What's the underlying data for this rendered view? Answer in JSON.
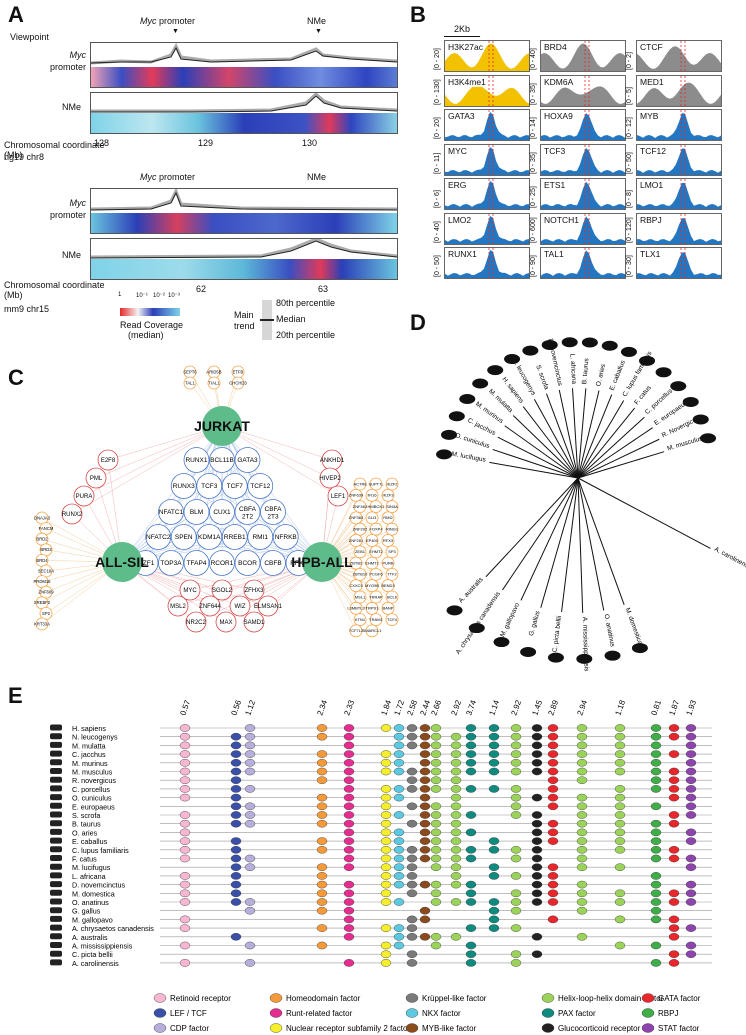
{
  "panel_labels": {
    "a": "A",
    "b": "B",
    "c": "C",
    "d": "D",
    "e": "E"
  },
  "panelA": {
    "viewpoint": "Viewpoint",
    "myc_promoter": "Myc",
    "promoter_word": "promoter",
    "nme": "NMe",
    "track1_label_a": "Myc",
    "track1_label_b": "promoter",
    "track2_label": "NMe",
    "coord_label_1": "Chromosomal coordinate (Mb)",
    "coord_label_1b": "hg19 chr8",
    "ticks_1": [
      "128",
      "129",
      "130"
    ],
    "coord_label_2": "Chromosomal coordinate (Mb)",
    "coord_label_2b": "mm9 chr15",
    "ticks_2": [
      "62",
      "63"
    ],
    "legend_title": "Read Coverage",
    "legend_sub": "(median)",
    "legend_ticks": [
      "1",
      "10⁻¹",
      "10⁻²",
      "10⁻³"
    ],
    "trend_title": "Main",
    "trend_title2": "trend",
    "trend_80": "80th percentile",
    "trend_med": "Median",
    "trend_20": "20th percentile"
  },
  "panelB": {
    "scale": "2Kb",
    "cells": [
      {
        "name": "H3K27ac",
        "range": "[0 - 20]",
        "color": "#f2c200"
      },
      {
        "name": "BRD4",
        "range": "[0 - 40]",
        "color": "#8c8c8c"
      },
      {
        "name": "CTCF",
        "range": "[0 - 2]",
        "color": "#8c8c8c"
      },
      {
        "name": "H3K4me1",
        "range": "[0 - 130]",
        "color": "#f2c200"
      },
      {
        "name": "KDM6A",
        "range": "[0 - 35]",
        "color": "#8c8c8c"
      },
      {
        "name": "MED1",
        "range": "[0 - 5]",
        "color": "#8c8c8c"
      },
      {
        "name": "GATA3",
        "range": "[0 - 20]",
        "color": "#2476c0"
      },
      {
        "name": "HOXA9",
        "range": "[0 - 14]",
        "color": "#2476c0"
      },
      {
        "name": "MYB",
        "range": "[0 - 12]",
        "color": "#2476c0"
      },
      {
        "name": "MYC",
        "range": "[0 - 11]",
        "color": "#2476c0"
      },
      {
        "name": "TCF3",
        "range": "[0 - 35]",
        "color": "#2476c0"
      },
      {
        "name": "TCF12",
        "range": "[0 - 50]",
        "color": "#2476c0"
      },
      {
        "name": "ERG",
        "range": "[0 - 6]",
        "color": "#2476c0"
      },
      {
        "name": "ETS1",
        "range": "[0 - 25]",
        "color": "#2476c0"
      },
      {
        "name": "LMO1",
        "range": "[0 - 8]",
        "color": "#2476c0"
      },
      {
        "name": "LMO2",
        "range": "[0 - 40]",
        "color": "#2476c0"
      },
      {
        "name": "NOTCH1",
        "range": "[0 - 600]",
        "color": "#2476c0"
      },
      {
        "name": "RBPJ",
        "range": "[0 - 120]",
        "color": "#2476c0"
      },
      {
        "name": "RUNX1",
        "range": "[0 - 50]",
        "color": "#2476c0"
      },
      {
        "name": "TAL1",
        "range": "[0 - 90]",
        "color": "#2476c0"
      },
      {
        "name": "TLX1",
        "range": "[0 - 30]",
        "color": "#2476c0"
      }
    ]
  },
  "panelC": {
    "hubs": [
      "JURKAT",
      "ALL-SIL",
      "HPB-ALL"
    ],
    "core_rows": [
      [
        "RUNX1",
        "BCL11B",
        "GATA3"
      ],
      [
        "RUNX3",
        "TCF3",
        "TCF7",
        "TCF12"
      ],
      [
        "NFATC1",
        "BLM",
        "CUX1",
        "CBFA 2T2",
        "CBFA 2T3"
      ],
      [
        "NFATC2",
        "SPEN",
        "KDM1A",
        "RREB1",
        "RMI1",
        "NFRKB"
      ],
      [
        "IKZF1",
        "TOP3A",
        "TFAP4",
        "RCOR1",
        "BCOR",
        "CBFB",
        "RFX1"
      ]
    ],
    "jurkat_only_top": [
      "SEPT6",
      "ARID5B",
      "ETFB",
      "TAL1",
      "TIAL1",
      "CHCHD3"
    ],
    "jurkat_allsil": [
      "E2F8",
      "PML",
      "PURA",
      "RUNX2"
    ],
    "jurkat_hpb": [
      "ANKHD1",
      "HIVEP2",
      "LEF1"
    ],
    "allsil_only": [
      "DNAJA3",
      "FANCM",
      "BRD2",
      "BRD3",
      "BRD4",
      "SEC16A",
      "PRDM16",
      "ZNF609",
      "SREBF2",
      "SP2",
      "KRT33A"
    ],
    "allsil_hpb": [
      "MYC",
      "SGOL2",
      "ZFHX3",
      "MSL2",
      "ZNF644",
      "WIZ",
      "ELMSAN1",
      "NR2C2",
      "MAX",
      "SAMD1"
    ],
    "hpb_only": [
      "ACTR8",
      "SUPT7L",
      "IKZF2",
      "ZNF639",
      "IFI16",
      "IKZF3",
      "ZNF462",
      "HMBOX1",
      "SIN3A",
      "ZNF384",
      "GLI3",
      "RMI2",
      "ZNF292",
      "FOXP4",
      "RING1",
      "ZNF281",
      "EP400",
      "RFX3",
      "ZEB1",
      "EHMT2",
      "SP3",
      "ZBTB2",
      "EHMT1",
      "PURB",
      "ZBTB10",
      "PCGF6",
      "TTF2",
      "CXXC5",
      "MYO9B",
      "BEND3",
      "MSL1",
      "TRRAP",
      "BCL6",
      "L3MBTL3",
      "TRPS1",
      "BANP",
      "KTN1",
      "TRAM1",
      "TCF4",
      "TCF7L2",
      "SMARCL1"
    ]
  },
  "panelD": {
    "species": [
      {
        "name": "M. lucifugus"
      },
      {
        "name": "O. cuniculus"
      },
      {
        "name": "C. jacchus"
      },
      {
        "name": "M. murinus"
      },
      {
        "name": "M. mulatta"
      },
      {
        "name": "H. sapiens"
      },
      {
        "name": "N. leucogenys"
      },
      {
        "name": "S. scrofa"
      },
      {
        "name": "D. novemcinctus"
      },
      {
        "name": "L. africana"
      },
      {
        "name": "B. taurus"
      },
      {
        "name": "O. aries"
      },
      {
        "name": "E. caballus"
      },
      {
        "name": "C. lupus familiaris"
      },
      {
        "name": "F. catus"
      },
      {
        "name": "C. porcellus"
      },
      {
        "name": "E. europaeus"
      },
      {
        "name": "R. Novergicus"
      },
      {
        "name": "M. musculus"
      },
      {
        "name": "A. carolinensis"
      },
      {
        "name": "M. domestica"
      },
      {
        "name": "O. anatinus"
      },
      {
        "name": "A. mississippiensis"
      },
      {
        "name": "C. picta bellii"
      },
      {
        "name": "G. gallus"
      },
      {
        "name": "M. gallopavo"
      },
      {
        "name": "A. chrysaetos canadensis"
      },
      {
        "name": "A. australis"
      }
    ]
  },
  "panelE": {
    "species": [
      "H. sapiens",
      "N. leucogenys",
      "M. mulatta",
      "C. jacchus",
      "M. murinus",
      "M. musculus",
      "R. novergicus",
      "C. porcellus",
      "O. cuniculus",
      "E. europaeus",
      "S. scrofa",
      "B. taurus",
      "O. aries",
      "E. caballus",
      "C. lupus familiaris",
      "F. catus",
      "M. lucifugus",
      "L. africana",
      "D. novemcinctus",
      "M. domestica",
      "O. anatinus",
      "G. gallus",
      "M. gallopavo",
      "A. chrysaetos canadensis",
      "A. australis",
      "A. mississippiensis",
      "C. picta bellii",
      "A. carolinensis"
    ],
    "scores": [
      "0.57",
      "0.56",
      "1.12",
      "2.34",
      "2.33",
      "1.84",
      "1.72",
      "2.58",
      "2.44",
      "2.66",
      "2.92",
      "3.74",
      "1.14",
      "2.92",
      "1.45",
      "2.89",
      "2.94",
      "1.18",
      "0.81",
      "1.87",
      "1.93"
    ],
    "legend": [
      {
        "label": "Retinoid receptor",
        "color": "#f7b6d2"
      },
      {
        "label": "Homeodomain factor",
        "color": "#f59a3a"
      },
      {
        "label": "Krüppel-like factor",
        "color": "#7a7a7a"
      },
      {
        "label": "Helix-loop-helix domain factor",
        "color": "#9bd35a"
      },
      {
        "label": "GATA factor",
        "color": "#e8262b"
      },
      {
        "label": "LEF / TCF",
        "color": "#3a4fa8"
      },
      {
        "label": "Runt-related factor",
        "color": "#e52d8f"
      },
      {
        "label": "NKX factor",
        "color": "#5cc9e0"
      },
      {
        "label": "PAX factor",
        "color": "#0f8a7e"
      },
      {
        "label": "RBPJ",
        "color": "#3fae49"
      },
      {
        "label": "CDP factor",
        "color": "#b6aedb"
      },
      {
        "label": "Nuclear receptor subfamily 2 factor",
        "color": "#f4ee2c"
      },
      {
        "label": "MYB-like factor",
        "color": "#8b4a1c"
      },
      {
        "label": "Glucocorticoid receptor",
        "color": "#222222"
      },
      {
        "label": "STAT factor",
        "color": "#8e44ad"
      }
    ]
  }
}
